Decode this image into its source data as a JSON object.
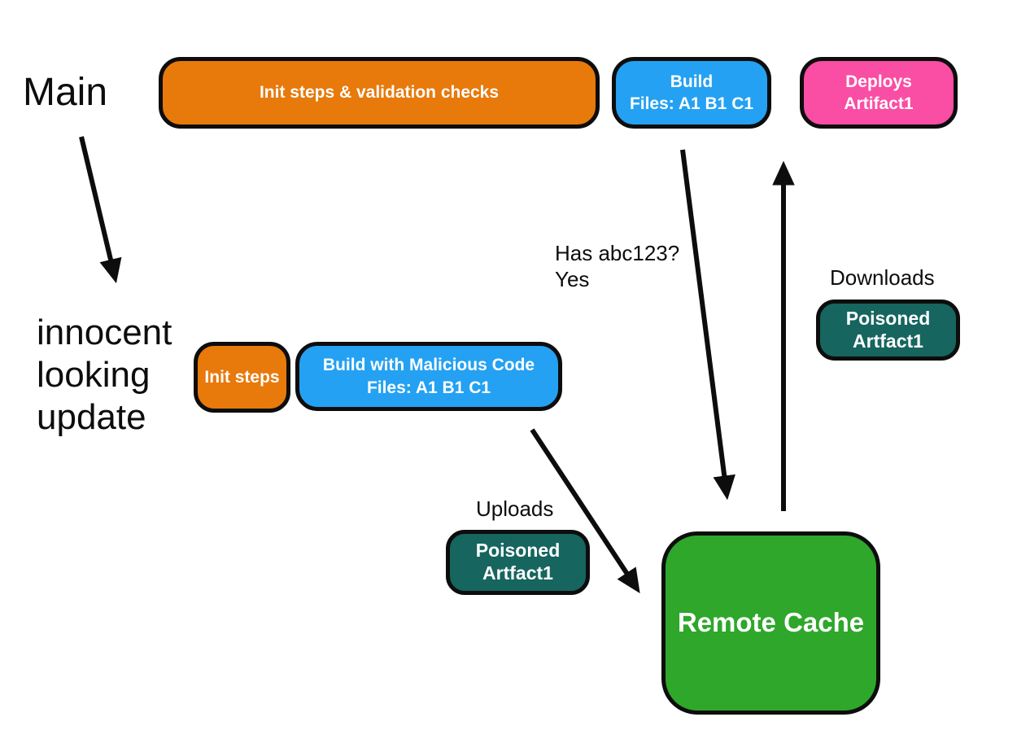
{
  "branches": {
    "main_label": "Main",
    "update_label": "innocent\nlooking\nupdate"
  },
  "nodes": {
    "init_validation": {
      "label": "Init steps & validation checks",
      "color": "#E8790B"
    },
    "build": {
      "label": "Build\nFiles: A1 B1 C1",
      "color": "#24A1F2"
    },
    "deploys": {
      "label": "Deploys\nArtifact1",
      "color": "#FA4DA4"
    },
    "init_steps": {
      "label": "Init steps",
      "color": "#E8790B"
    },
    "build_malicious": {
      "label": "Build with Malicious Code\nFiles: A1 B1 C1",
      "color": "#24A1F2"
    },
    "poisoned_download": {
      "label": "Poisoned\nArtfact1",
      "color": "#16655F"
    },
    "poisoned_upload": {
      "label": "Poisoned\nArtfact1",
      "color": "#16655F"
    },
    "remote_cache": {
      "label": "Remote Cache",
      "color": "#2EA72B"
    }
  },
  "annotations": {
    "has_abc": "Has abc123?\nYes",
    "downloads": "Downloads",
    "uploads": "Uploads"
  },
  "colors": {
    "border": "#0d0d0d",
    "arrow": "#0d0d0d",
    "background": "#ffffff"
  }
}
